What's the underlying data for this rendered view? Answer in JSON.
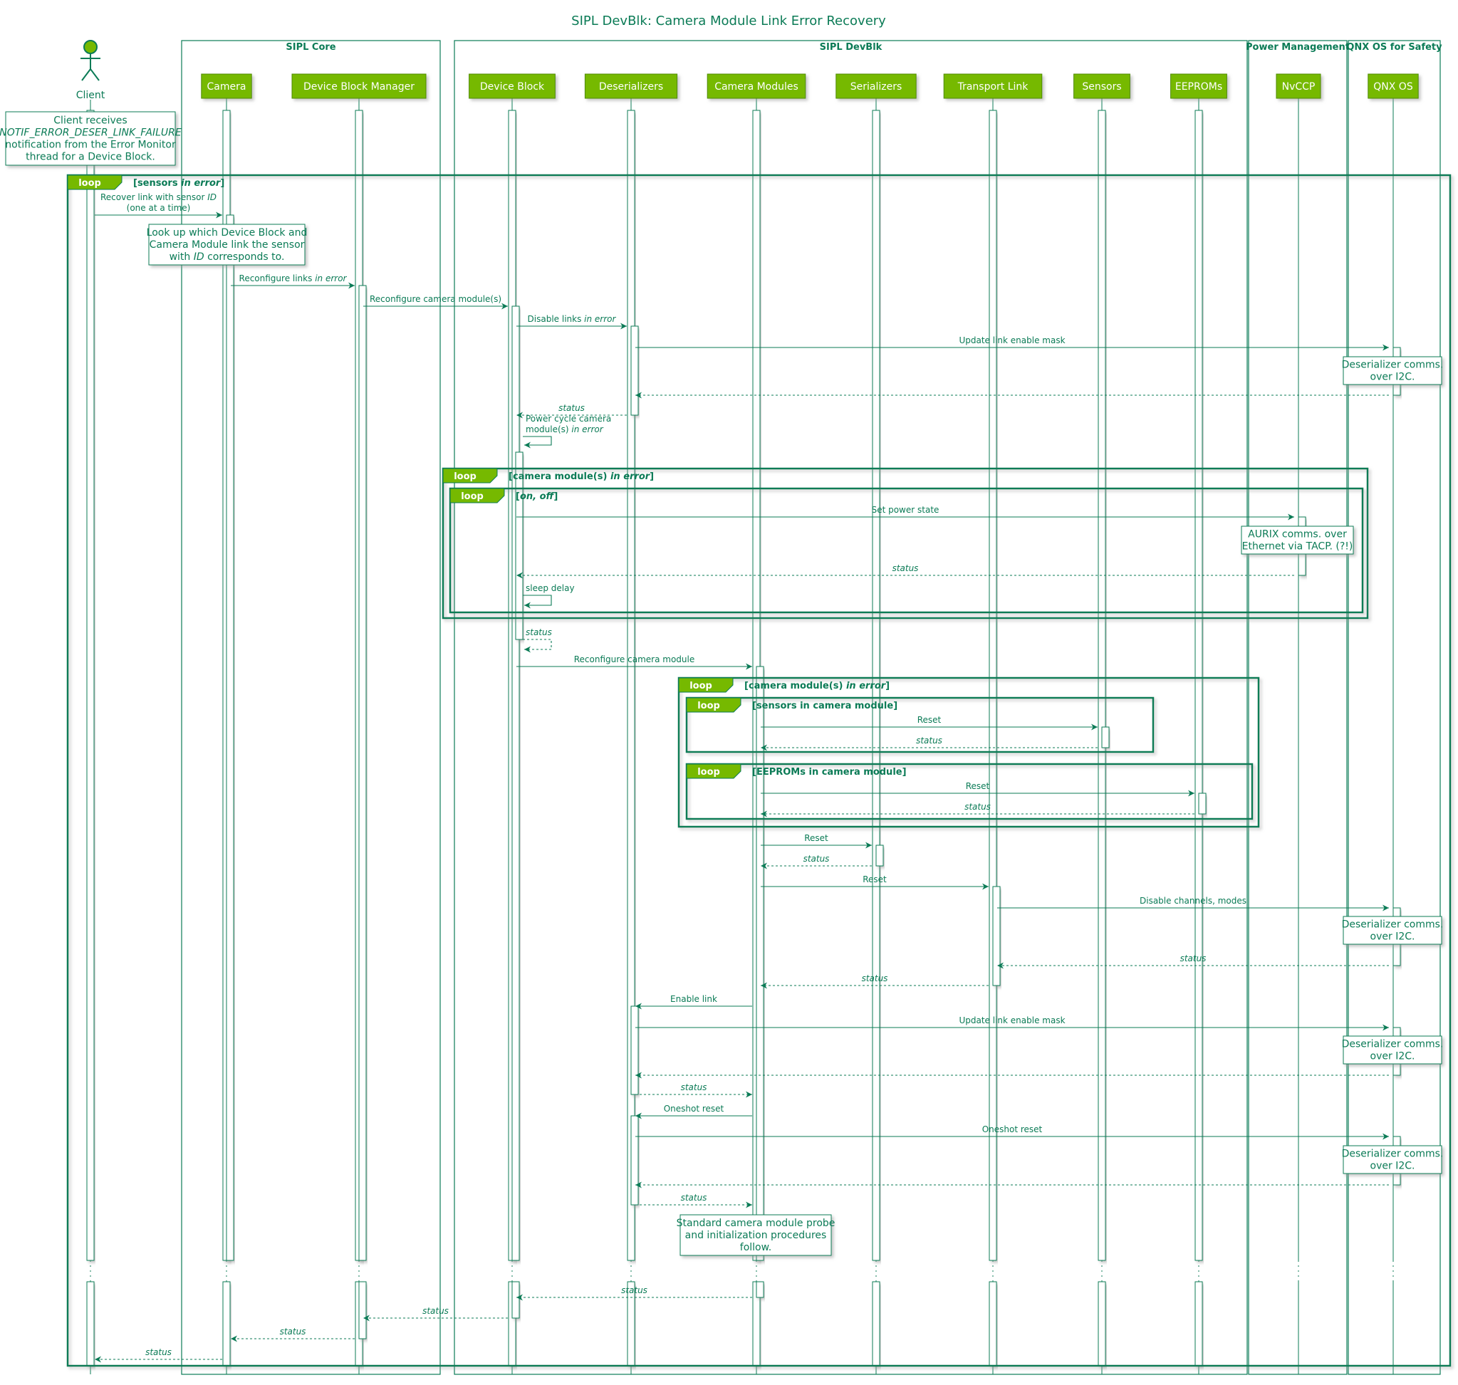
{
  "title": "SIPL DevBlk: Camera Module Link Error Recovery",
  "colors": {
    "green": "#0B7B56",
    "lime": "#76B900",
    "white": "#ffffff"
  },
  "boxes": [
    {
      "id": "core",
      "label": "SIPL Core",
      "from": "camera",
      "to": "dbm"
    },
    {
      "id": "devblk",
      "label": "SIPL DevBlk",
      "from": "db",
      "to": "eeprom"
    },
    {
      "id": "pm",
      "label": "Power Management",
      "from": "nvccp",
      "to": "nvccp"
    },
    {
      "id": "qnx",
      "label": "QNX OS for Safety",
      "from": "qnx",
      "to": "qnx"
    }
  ],
  "participants": [
    {
      "id": "client",
      "label": "Client",
      "actor": true
    },
    {
      "id": "camera",
      "label": "Camera"
    },
    {
      "id": "dbm",
      "label": "Device Block Manager"
    },
    {
      "id": "db",
      "label": "Device Block"
    },
    {
      "id": "deser",
      "label": "Deserializers"
    },
    {
      "id": "cm",
      "label": "Camera Modules"
    },
    {
      "id": "ser",
      "label": "Serializers"
    },
    {
      "id": "tl",
      "label": "Transport Link"
    },
    {
      "id": "sensors",
      "label": "Sensors"
    },
    {
      "id": "eeprom",
      "label": "EEPROMs"
    },
    {
      "id": "nvccp",
      "label": "NvCCP"
    },
    {
      "id": "qnx",
      "label": "QNX OS"
    }
  ],
  "groups": [
    {
      "kind": "loop",
      "cond": "[sensors in error]"
    },
    {
      "kind": "loop",
      "cond": "[camera module(s) in error]"
    },
    {
      "kind": "loop",
      "cond": "[on, off]"
    },
    {
      "kind": "loop",
      "cond": "[camera module(s) in error]"
    },
    {
      "kind": "loop",
      "cond": "[sensors in camera module]"
    },
    {
      "kind": "loop",
      "cond": "[EEPROMs in camera module]"
    }
  ],
  "messages": [
    {
      "from": "client",
      "to": "camera",
      "label": "Recover link with sensor ID\n(one at a time)"
    },
    {
      "from": "camera",
      "to": "dbm",
      "label": "Reconfigure links in error"
    },
    {
      "from": "dbm",
      "to": "db",
      "label": "Reconfigure camera module(s)"
    },
    {
      "from": "db",
      "to": "deser",
      "label": "Disable links in error"
    },
    {
      "from": "deser",
      "to": "qnx",
      "label": "Update link enable mask"
    },
    {
      "from": "qnx",
      "to": "deser",
      "label": "",
      "dashed": true
    },
    {
      "from": "deser",
      "to": "db",
      "label": "status",
      "dashed": true
    },
    {
      "from": "db",
      "to": "db",
      "label": "Power cycle camera\nmodule(s) in error"
    },
    {
      "from": "db",
      "to": "nvccp",
      "label": "Set power state"
    },
    {
      "from": "nvccp",
      "to": "db",
      "label": "status",
      "dashed": true
    },
    {
      "from": "db",
      "to": "db",
      "label": "sleep delay"
    },
    {
      "from": "db",
      "to": "db",
      "label": "status",
      "dashed": true
    },
    {
      "from": "db",
      "to": "cm",
      "label": "Reconfigure camera module"
    },
    {
      "from": "cm",
      "to": "sensors",
      "label": "Reset"
    },
    {
      "from": "sensors",
      "to": "cm",
      "label": "status",
      "dashed": true
    },
    {
      "from": "cm",
      "to": "eeprom",
      "label": "Reset"
    },
    {
      "from": "eeprom",
      "to": "cm",
      "label": "status",
      "dashed": true
    },
    {
      "from": "cm",
      "to": "ser",
      "label": "Reset"
    },
    {
      "from": "ser",
      "to": "cm",
      "label": "status",
      "dashed": true
    },
    {
      "from": "cm",
      "to": "tl",
      "label": "Reset"
    },
    {
      "from": "tl",
      "to": "qnx",
      "label": "Disable channels, modes"
    },
    {
      "from": "qnx",
      "to": "tl",
      "label": "status",
      "dashed": true
    },
    {
      "from": "tl",
      "to": "cm",
      "label": "status",
      "dashed": true
    },
    {
      "from": "cm",
      "to": "deser",
      "label": "Enable link"
    },
    {
      "from": "deser",
      "to": "qnx",
      "label": "Update link enable mask"
    },
    {
      "from": "qnx",
      "to": "deser",
      "label": "",
      "dashed": true
    },
    {
      "from": "deser",
      "to": "cm",
      "label": "status",
      "dashed": true
    },
    {
      "from": "cm",
      "to": "deser",
      "label": "Oneshot reset"
    },
    {
      "from": "deser",
      "to": "qnx",
      "label": "Oneshot reset"
    },
    {
      "from": "qnx",
      "to": "deser",
      "label": "",
      "dashed": true
    },
    {
      "from": "deser",
      "to": "cm",
      "label": "status",
      "dashed": true
    },
    {
      "from": "cm",
      "to": "db",
      "label": "status",
      "dashed": true
    },
    {
      "from": "db",
      "to": "dbm",
      "label": "status",
      "dashed": true
    },
    {
      "from": "dbm",
      "to": "camera",
      "label": "status",
      "dashed": true
    },
    {
      "from": "camera",
      "to": "client",
      "label": "status",
      "dashed": true
    }
  ],
  "notes": [
    {
      "over": "client",
      "text": "Client receives\nNOTIF_ERROR_DESER_LINK_FAILURE\nnotification from the Error Monitor\nthread for a Device Block."
    },
    {
      "over": "camera",
      "text": "Look up which Device Block and\nCamera Module link the sensor\nwith ID corresponds to."
    },
    {
      "over": "qnx",
      "text": "Deserializer comms.\nover I2C."
    },
    {
      "over": "nvccp",
      "text": "AURIX comms. over\nEthernet via TACP. (?!)"
    },
    {
      "over": "qnx",
      "text": "Deserializer comms.\nover I2C."
    },
    {
      "over": "qnx",
      "text": "Deserializer comms.\nover I2C."
    },
    {
      "over": "qnx",
      "text": "Deserializer comms.\nover I2C."
    },
    {
      "over": "cm",
      "text": "Standard camera module probe\nand initialization procedures\nfollow."
    }
  ]
}
